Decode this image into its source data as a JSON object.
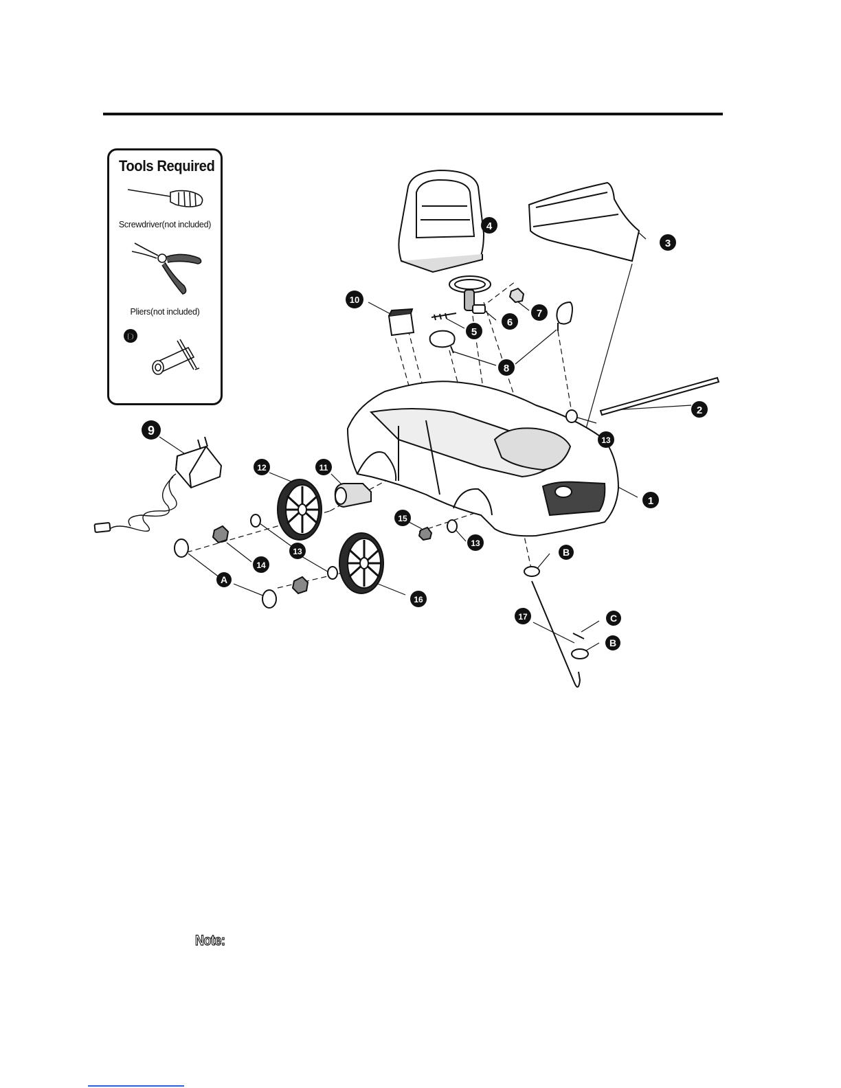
{
  "tools": {
    "title": "Tools Required",
    "screwdriver_caption": "Screwdriver(not included)",
    "pliers_caption": "Pliers(not included)",
    "wrench_label": "D"
  },
  "callouts": {
    "c1": "1",
    "c2": "2",
    "c3": "3",
    "c4": "4",
    "c5": "5",
    "c6": "6",
    "c7": "7",
    "c8": "8",
    "c9": "9",
    "c10": "10",
    "c11": "11",
    "c12": "12",
    "c13a": "13",
    "c13b": "13",
    "c13c": "13",
    "c14": "14",
    "c15": "15",
    "c16": "16",
    "c17": "17",
    "ca": "A",
    "cb1": "B",
    "cb2": "B",
    "cc": "C"
  },
  "note_label": "Note:"
}
